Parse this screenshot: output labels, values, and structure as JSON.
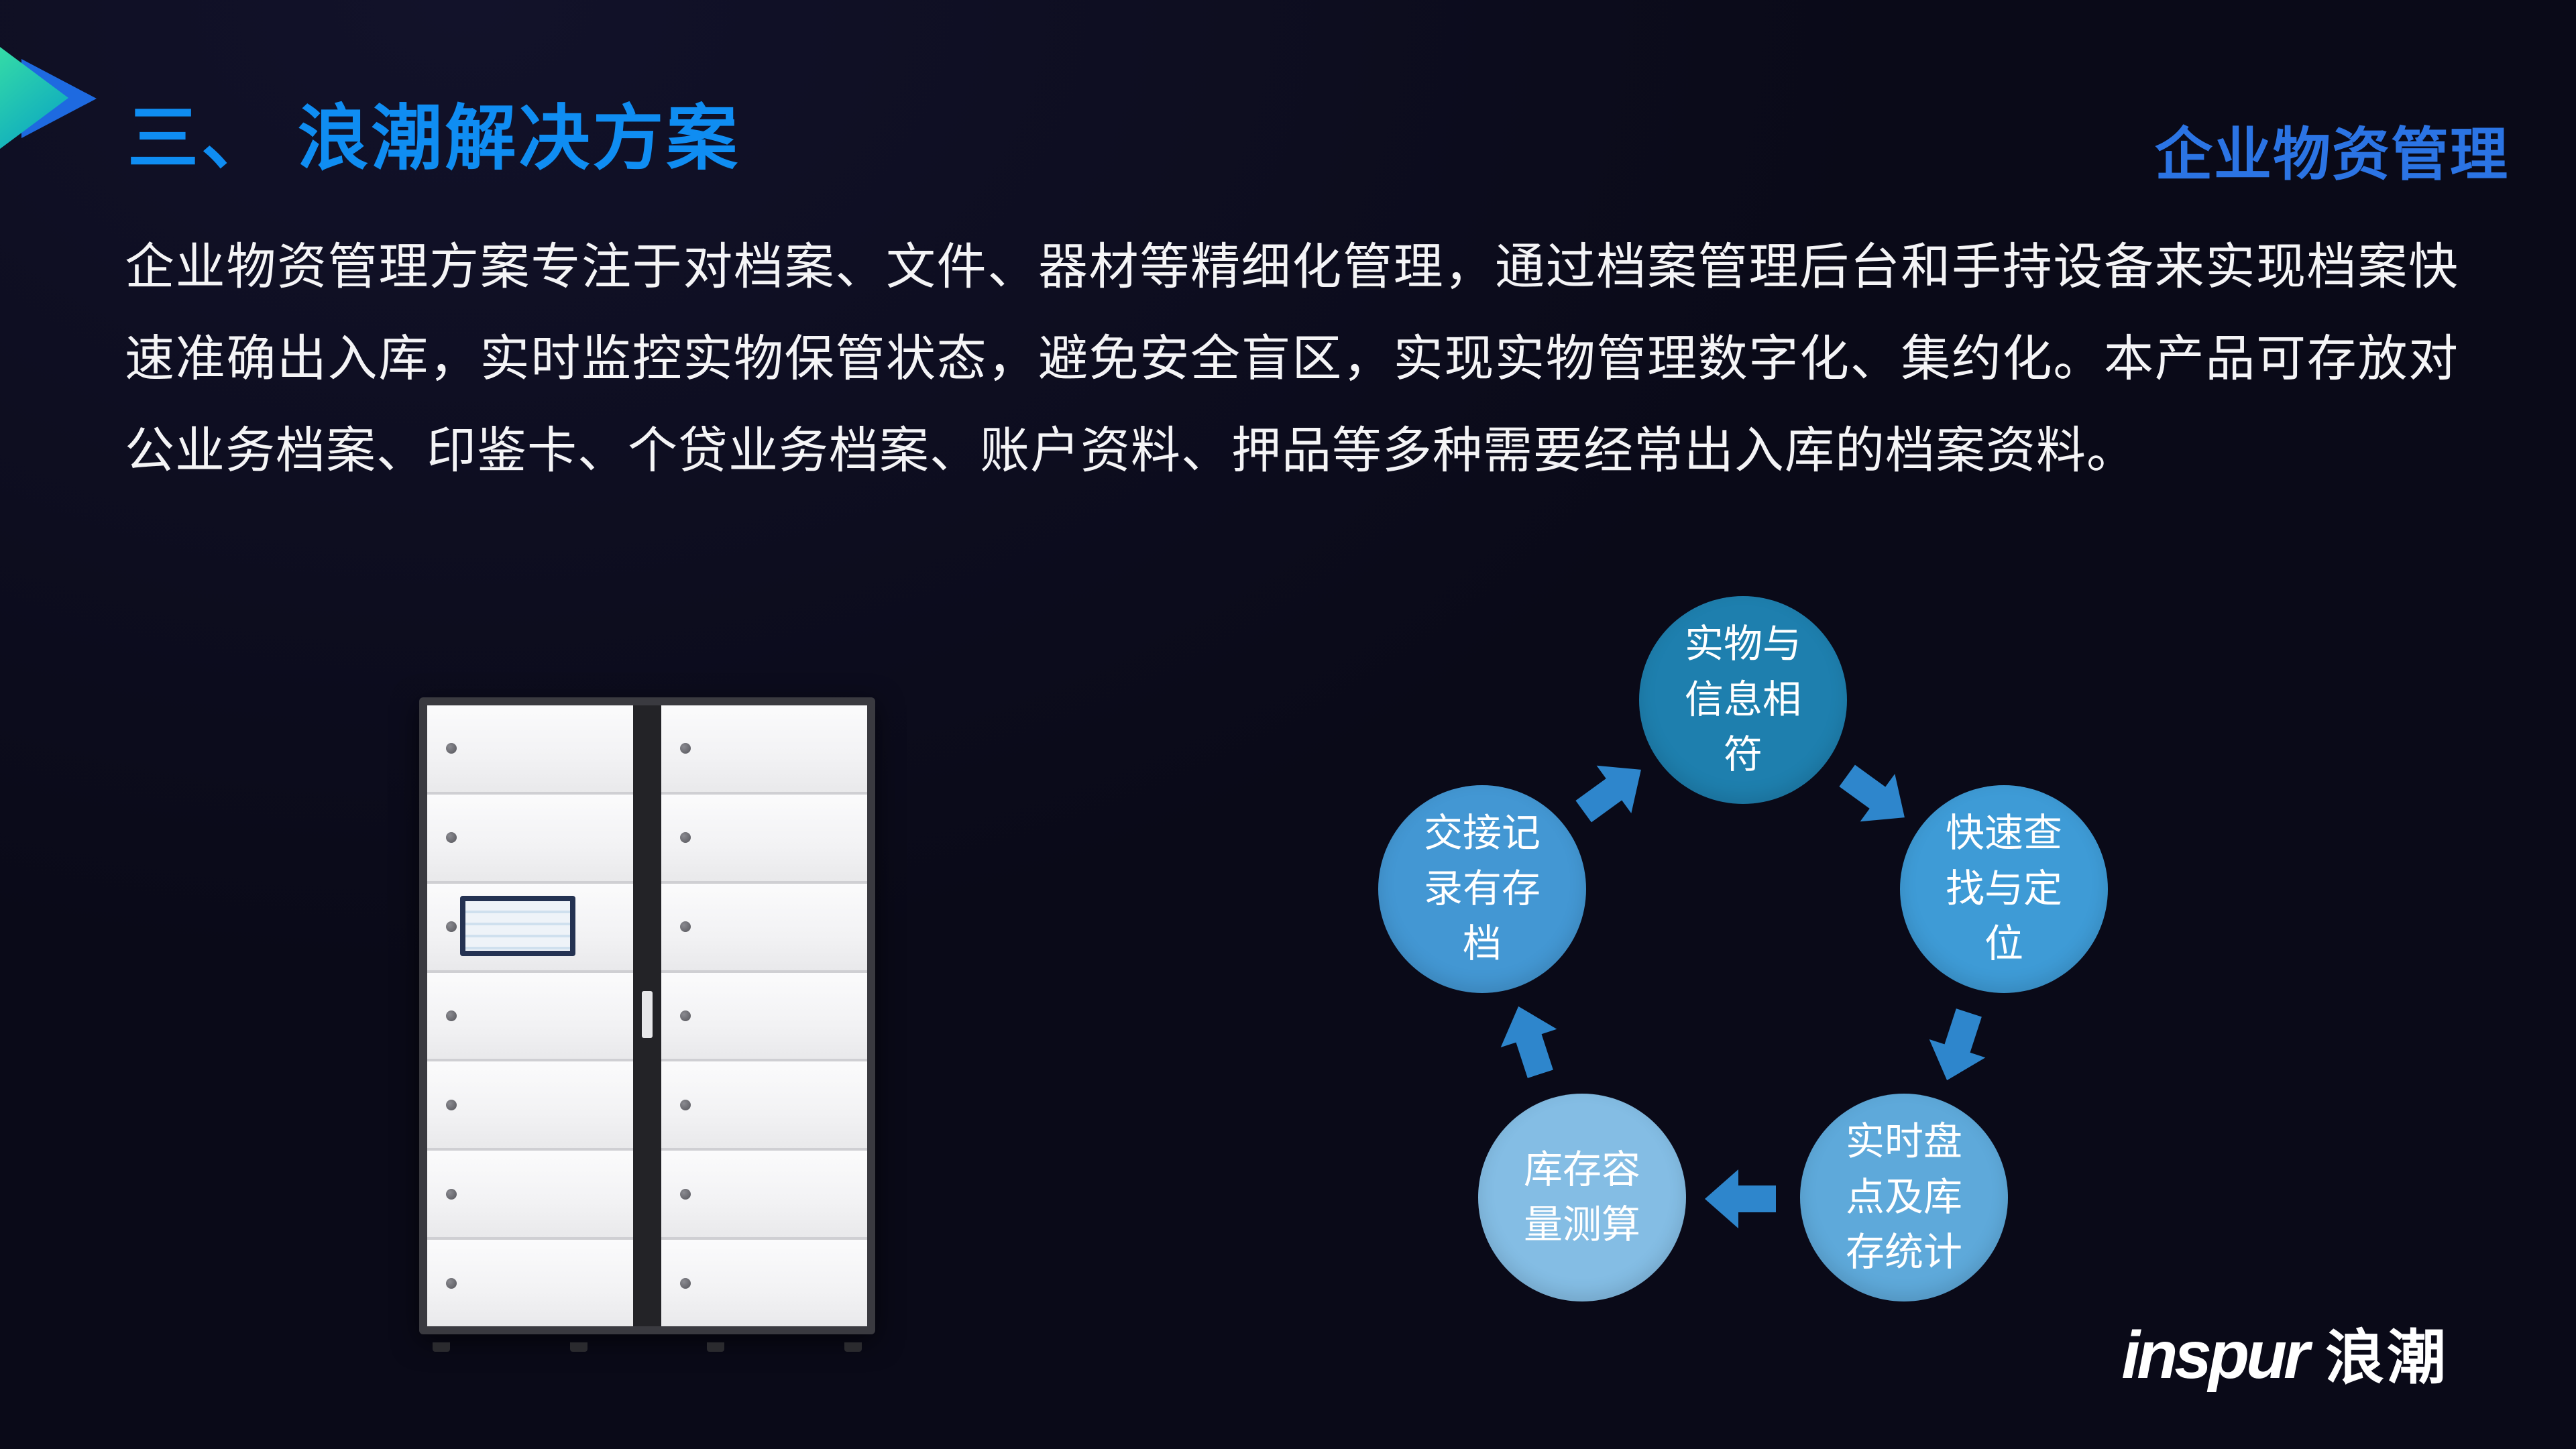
{
  "slide": {
    "title": "三、 浪潮解决方案",
    "corner_tag": "企业物资管理",
    "intro": "企业物资管理方案专注于对档案、文件、器材等精细化管理，通过档案管理后台和手持设备来实现档案快速准确出入库，实时监控实物保管状态，避免安全盲区，实现实物管理数字化、集约化。本产品可存放对公业务档案、印鉴卡、个贷业务档案、账户资料、押品等多种需要经常出入库的档案资料。"
  },
  "accent": {
    "title_color": "#0f8df2",
    "tag_color": "#2b74e4",
    "deco_teal": "#35dca6",
    "deco_blue": "#1e6ae0"
  },
  "cycle": {
    "arrow_color": "#2e86cc",
    "nodes": [
      {
        "label": "实物与信息相符",
        "color": "#1e7fae"
      },
      {
        "label": "快速查找与定位",
        "color": "#3e9bd6"
      },
      {
        "label": "实时盘点及库存统计",
        "color": "#5ea9da"
      },
      {
        "label": "库存容量测算",
        "color": "#84bde4"
      },
      {
        "label": "交接记录有存档",
        "color": "#4397d3"
      }
    ]
  },
  "locker": {
    "left_doors": 7,
    "right_doors": 7,
    "screen_row": 3
  },
  "footer": {
    "brand_en": "inspur",
    "brand_cn": "浪潮"
  }
}
